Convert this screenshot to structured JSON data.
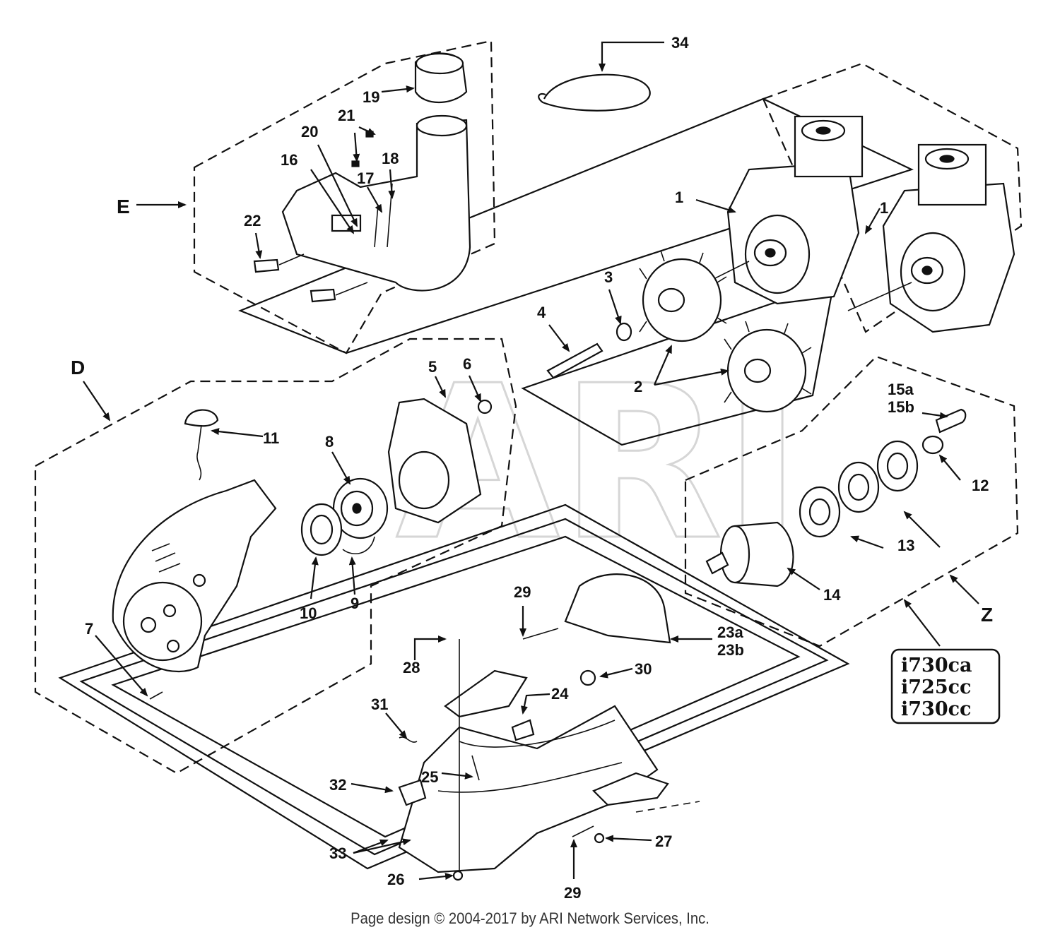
{
  "watermark": "ARI",
  "footer": "Page design © 2004-2017 by ARI Network Services, Inc.",
  "sections": {
    "D": "D",
    "E": "E",
    "Z": "Z"
  },
  "models": [
    "i730ca",
    "i725cc",
    "i730cc"
  ],
  "callouts": {
    "c1a": "1",
    "c1b": "1",
    "c2": "2",
    "c3": "3",
    "c4": "4",
    "c5": "5",
    "c6": "6",
    "c7": "7",
    "c8": "8",
    "c9": "9",
    "c10": "10",
    "c11": "11",
    "c12": "12",
    "c13": "13",
    "c14": "14",
    "c15a": "15a",
    "c15b": "15b",
    "c16": "16",
    "c17": "17",
    "c18": "18",
    "c19": "19",
    "c20": "20",
    "c21": "21",
    "c22": "22",
    "c23a": "23a",
    "c23b": "23b",
    "c24": "24",
    "c25": "25",
    "c26": "26",
    "c27": "27",
    "c28": "28",
    "c29a": "29",
    "c29b": "29",
    "c30": "30",
    "c31": "31",
    "c32": "32",
    "c33": "33",
    "c34": "34"
  }
}
